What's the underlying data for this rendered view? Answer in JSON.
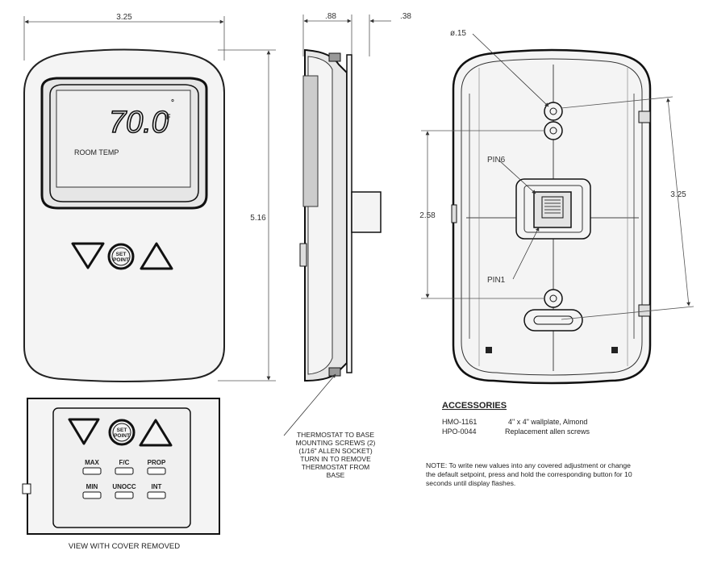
{
  "front_view": {
    "width_dim": "3.25",
    "height_dim": "5.16",
    "display_temp": "70.0",
    "degree_symbol": "°",
    "unit_letter": "F",
    "room_temp_label": "ROOM TEMP",
    "setpoint_button_line1": "SET",
    "setpoint_button_line2": "POINT"
  },
  "side_view": {
    "depth_dim": ".88",
    "base_dim": ".38",
    "callout_lines": [
      "THERMOSTAT TO BASE",
      "MOUNTING SCREWS (2)",
      "(1/16\" ALLEN SOCKET)",
      "TURN IN TO REMOVE",
      "THERMOSTAT FROM",
      "BASE"
    ]
  },
  "back_view": {
    "hole_dim": "ø.15",
    "pin6_label": "PIN6",
    "pin1_label": "PIN1",
    "vertical_dim_left": "2.58",
    "vertical_dim_right": "3.25"
  },
  "cover_removed_view": {
    "caption": "VIEW WITH COVER REMOVED",
    "setpoint_button_line1": "SET",
    "setpoint_button_line2": "POINT",
    "row1_labels": [
      "MAX",
      "F/C",
      "PROP"
    ],
    "row2_labels": [
      "MIN",
      "UNOCC",
      "INT"
    ]
  },
  "accessories": {
    "heading": "ACCESSORIES",
    "items": [
      {
        "part": "HMO-1161",
        "desc": "4\" x 4\" wallplate, Almond"
      },
      {
        "part": "HPO-0044",
        "desc": "Replacement allen screws"
      }
    ],
    "note_lines": [
      "NOTE:  To write new values into any covered adjustment or change",
      "the default setpoint, press and hold the corresponding button for 10",
      "seconds until display flashes."
    ]
  }
}
